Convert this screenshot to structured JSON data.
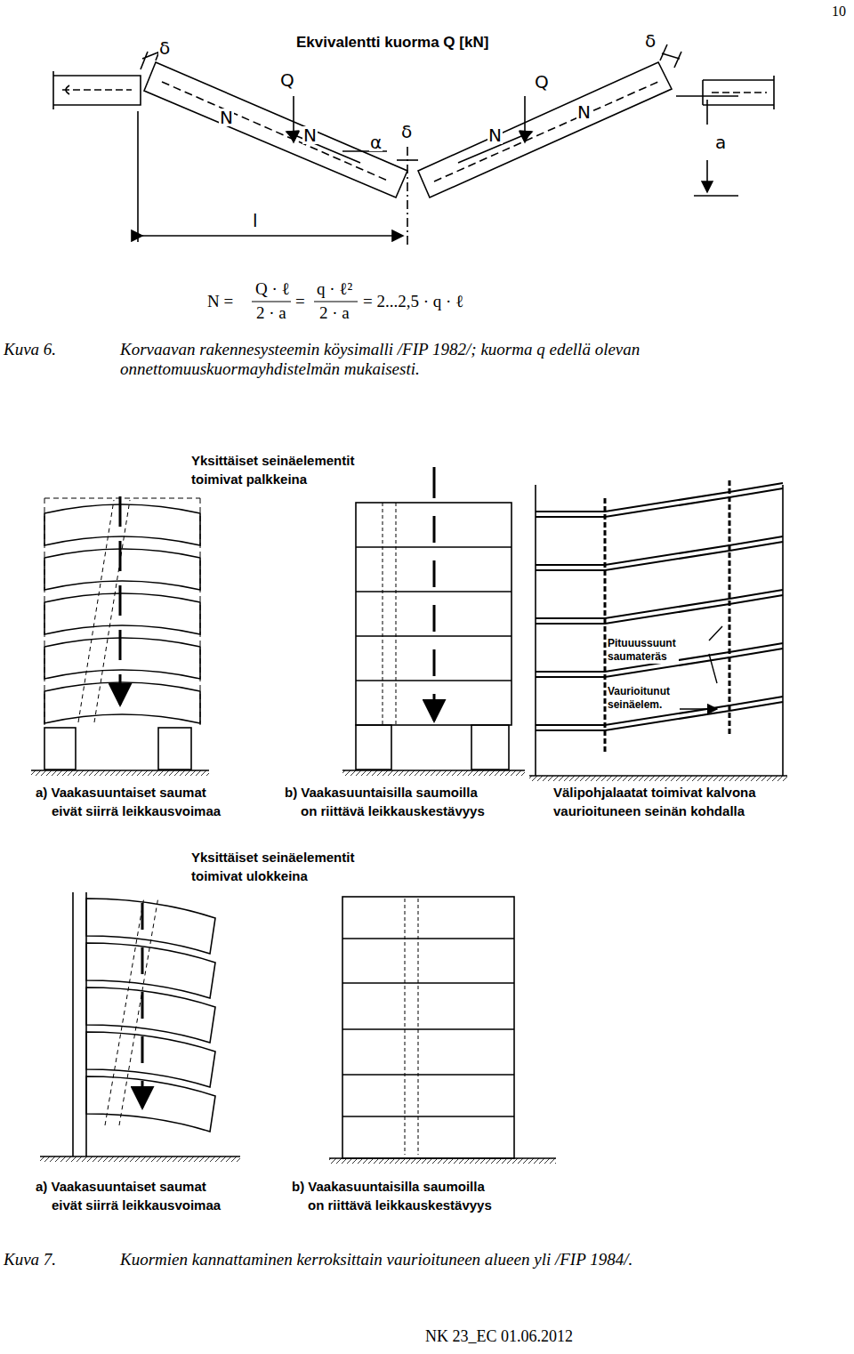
{
  "diagram": {
    "labels": [
      "10",
      "Ekvivalentti kuorma Q [kN]",
      "δ",
      "Q",
      "N",
      "N",
      "α",
      "δ",
      "N",
      "Q",
      "N",
      "δ",
      "a",
      "l",
      "N =",
      "Q · ℓ",
      "2 · a",
      "=",
      "q · ℓ²",
      "2 · a",
      "= 2...2,5 · q · ℓ",
      "Kuva 6.",
      "Korvaavan rakennesysteemin köysimalli /FIP 1982/; kuorma q edellä olevan onnettomuuskuormayhdistelmän mukaisesti.",
      "Yksittäiset seinäelementit toimivat palkkeina",
      "a) Vaakasuuntaiset saumat eivät siirrä leikkausvoimaa",
      "b) Vaakasuuntaisilla saumoilla on riittävä leikkauskestävyys",
      "Välipohjalaatat toimivat kalvona vaurioituneen seinän kohdalla",
      "Pituuussuunt saumateräs",
      "Vaurioitunut seinäelem.",
      "Yksittäiset seinäelementit toimivat ulokkeina",
      "a) Vaakasuuntaiset saumat eivät siirrä leikkausvoimaa",
      "b) Vaakasuuntaisilla saumoilla on riittävä leikkauskestävyys",
      "Kuva 7.",
      "Kuormien kannattaminen kerroksittain vaurioituneen alueen yli /FIP 1984/.",
      "NK 23_EC 01.06.2012"
    ]
  }
}
